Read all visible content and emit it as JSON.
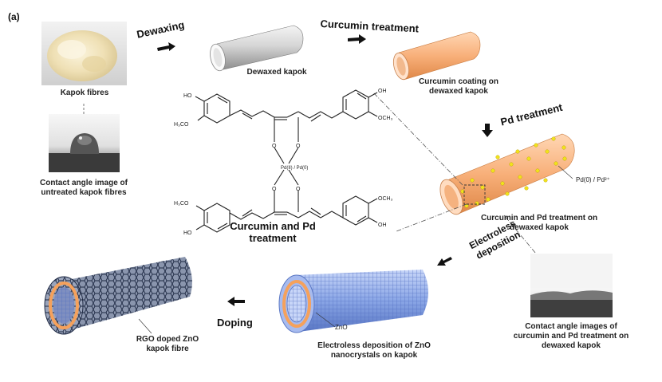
{
  "panel_label": "(a)",
  "steps": {
    "dewaxing": "Dewaxing",
    "curcumin_treatment": "Curcumin treatment",
    "pd_treatment": "Pd treatment",
    "electroless_deposition": "Electroless deposition",
    "doping": "Doping"
  },
  "labels": {
    "kapok_fibres": "Kapok fibres",
    "contact_angle_untreated": "Contact angle image of untreated kapok fibres",
    "dewaxed_kapok": "Dewaxed kapok",
    "curcumin_coating": "Curcumin coating on dewaxed kapok",
    "pd_state": "Pd(0) / Pd²⁺",
    "curcumin_pd_treatment": "Curcumin and Pd treatment on dewaxed kapok",
    "contact_angle_treated": "Contact angle images of curcumin and Pd treatment on dewaxed kapok",
    "zno": "ZnO",
    "electroless_zno": "Electroless deposition of ZnO nanocrystals on kapok",
    "rgo_doped": "RGO doped ZnO kapok fibre",
    "structure_title": "Curcumin and Pd treatment"
  },
  "molecule": {
    "oh": "OH",
    "och3": "OCH₃",
    "h3co": "H₃CO",
    "ho": "HO",
    "o": "O",
    "pd_center": "Pd(II) / Pd(0)"
  },
  "colors": {
    "curcumin": "#f6b07a",
    "curcumin_dark": "#e58a4e",
    "pd_dot": "#f1e21c",
    "zno_blue": "#8aa6e6",
    "rgo_dark": "#2a3550",
    "ring_orange": "#f5a15c",
    "dash_line": "#555555"
  }
}
